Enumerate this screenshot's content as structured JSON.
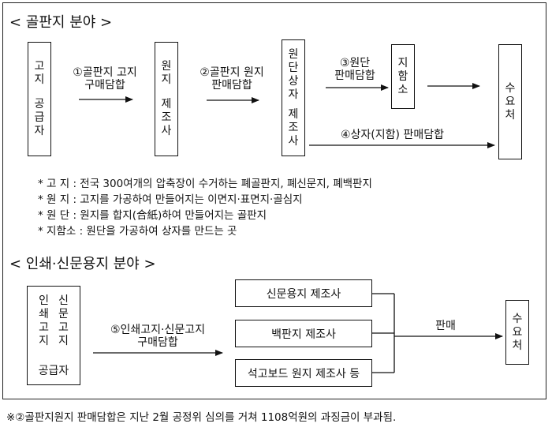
{
  "section1": {
    "heading": "< 골판지 분야 >",
    "boxes": {
      "supplier": [
        "고",
        "지",
        "",
        "공",
        "급",
        "자"
      ],
      "raw_paper_maker": [
        "원",
        "지",
        "",
        "제",
        "조",
        "사"
      ],
      "base_paper_maker": [
        "원",
        "단",
        "상",
        "자",
        "",
        "제",
        "조",
        "사"
      ],
      "box_maker": [
        "지",
        "함",
        "소"
      ],
      "demand": [
        "수",
        "요",
        "처"
      ]
    },
    "arrows": {
      "a1_line1": "①골판지 고지",
      "a1_line2": "구매담합",
      "a2_line1": "②골판지 원지",
      "a2_line2": "판매담합",
      "a3_line1": "③원단",
      "a3_line2": "판매담합",
      "a4": "④상자(지함) 판매담합"
    },
    "notes": [
      "* 고  지 : 전국 300여개의 압축장이 수거하는 폐골판지, 폐신문지, 폐백판지",
      "* 원  지 : 고지를 가공하여 만들어지는 이면지·표면지·골심지",
      "* 원  단 : 원지를 합지(合紙)하여 만들어지는 골판지",
      "* 지함소 : 원단을 가공하여 상자를 만드는 곳"
    ]
  },
  "section2": {
    "heading": "< 인쇄·신문용지 분야 >",
    "supplier_col1": [
      "인",
      "쇄",
      "고",
      "지"
    ],
    "supplier_col2": [
      "신",
      "문",
      "고",
      "지"
    ],
    "supplier_bottom": "공급자",
    "arrow5_line1": "⑤인쇄고지·신문고지",
    "arrow5_line2": "구매담합",
    "makers": [
      "신문용지 제조사",
      "백판지 제조사",
      "석고보드 원지 제조사 등"
    ],
    "sale_label": "판매",
    "demand": [
      "수",
      "요",
      "처"
    ]
  },
  "footnote": "※②골판지원지 판매담합은 지난 2월 공정위 심의를 거쳐 1108억원의 과징금이 부과됨."
}
